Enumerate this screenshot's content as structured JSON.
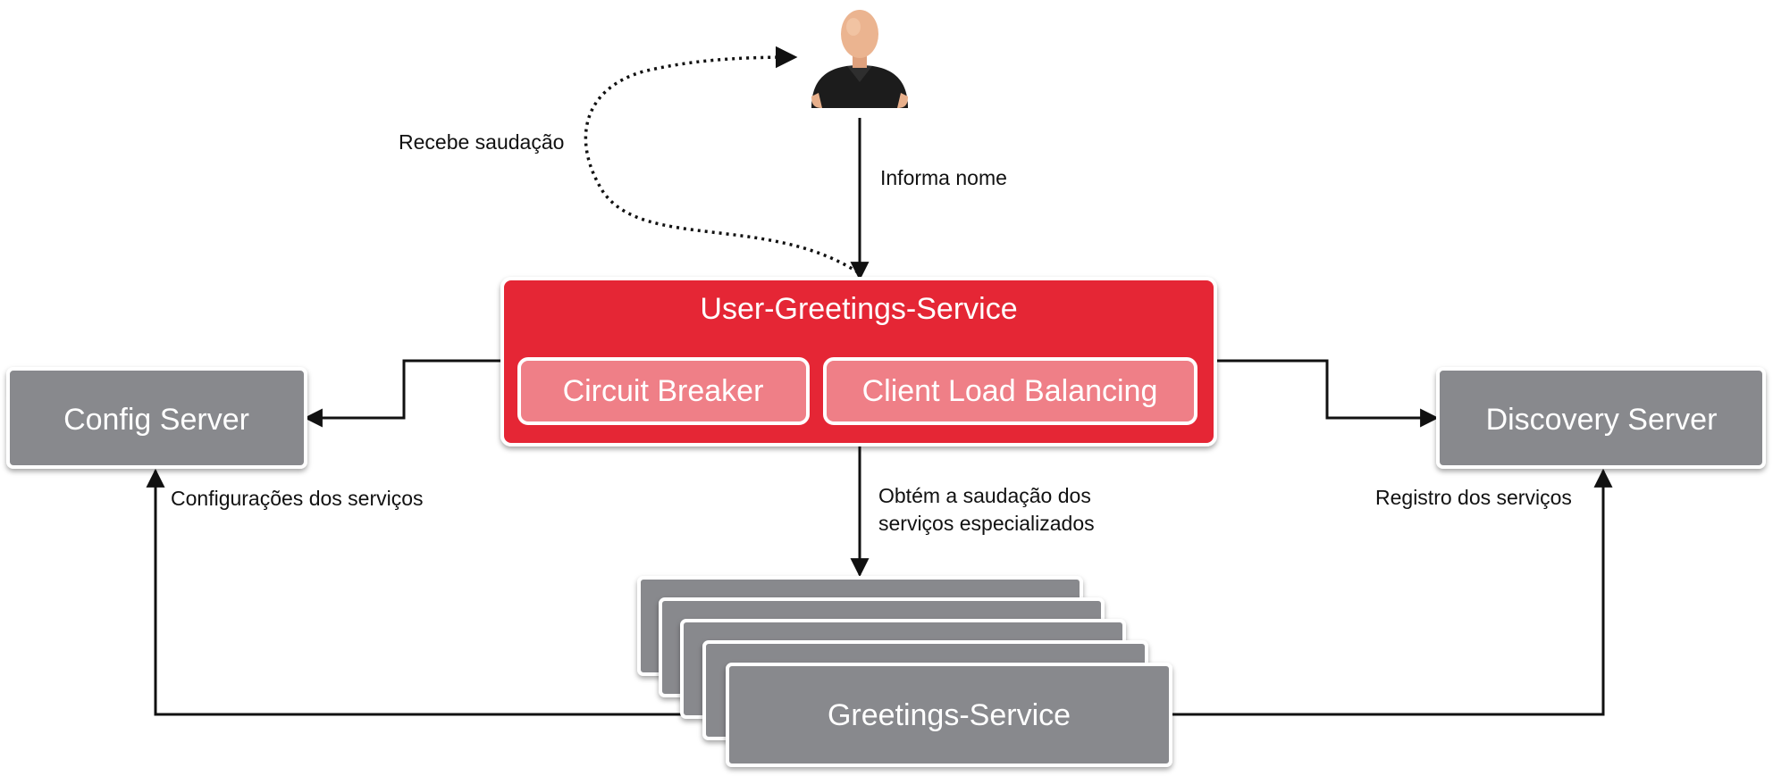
{
  "colors": {
    "primary_red": "#e52535",
    "light_red": "#ef7f87",
    "gray": "#88898d",
    "line": "#111111"
  },
  "user": {
    "icon": "user-icon"
  },
  "main_service": {
    "title": "User-Greetings-Service",
    "components": [
      "Circuit Breaker",
      "Client Load Balancing"
    ]
  },
  "config_server": {
    "label": "Config Server"
  },
  "discovery_server": {
    "label": "Discovery Server"
  },
  "greetings_service": {
    "label": "Greetings-Service",
    "stack_count": 5
  },
  "edges": {
    "receives_greeting": "Recebe saudação",
    "informs_name": "Informa nome",
    "obtains_greeting_line1": "Obtém a saudação dos",
    "obtains_greeting_line2": "serviços especializados",
    "config_label": "Configurações dos serviços",
    "registry_label": "Registro dos serviços"
  }
}
